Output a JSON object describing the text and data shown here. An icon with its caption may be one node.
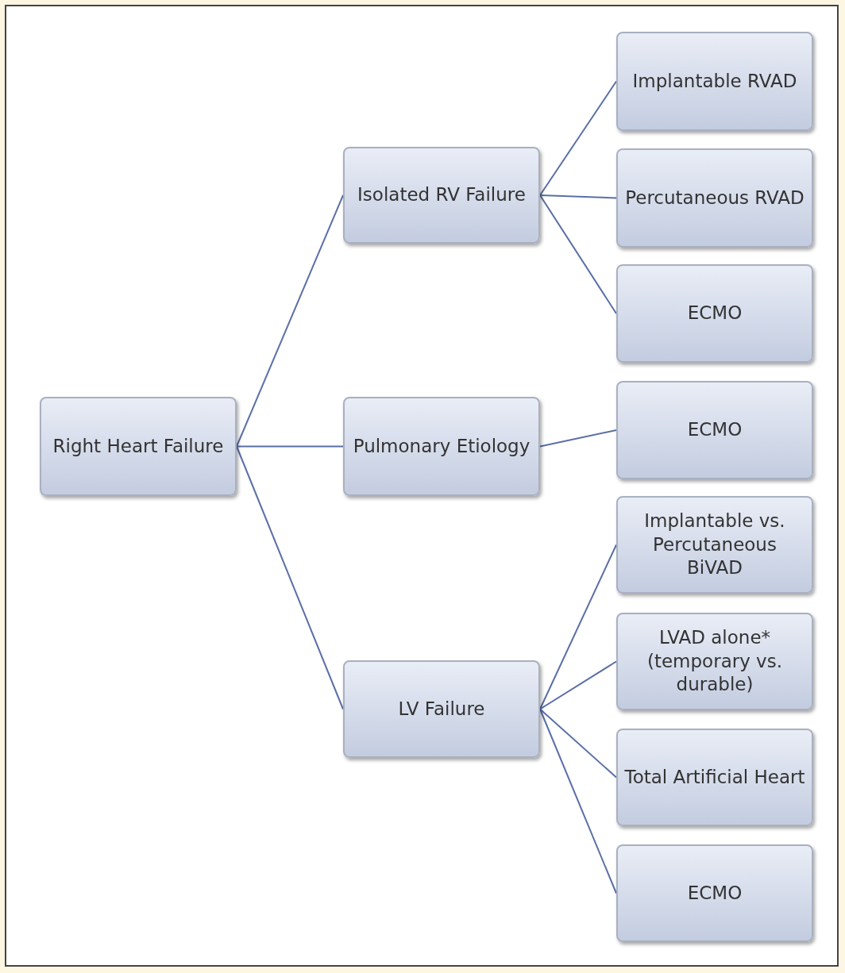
{
  "diagram": {
    "nodes": [
      {
        "text": [
          "Right Heart Failure"
        ]
      },
      {
        "text": [
          "Isolated RV Failure"
        ]
      },
      {
        "text": [
          "Pulmonary Etiology"
        ]
      },
      {
        "text": [
          "LV Failure"
        ]
      },
      {
        "text": [
          "Implantable RVAD"
        ]
      },
      {
        "text": [
          "Percutaneous RVAD"
        ]
      },
      {
        "text": [
          "ECMO"
        ]
      },
      {
        "text": [
          "ECMO"
        ]
      },
      {
        "text": [
          "Implantable vs. Percutaneous BiVAD"
        ]
      },
      {
        "text": [
          "LVAD alone* (temporary vs. durable)"
        ]
      },
      {
        "text": [
          "Total Artificial Heart"
        ]
      },
      {
        "text": [
          "ECMO"
        ]
      }
    ],
    "edges": [
      {
        "from": 0,
        "to": 1,
        "arrow": "none"
      },
      {
        "from": 0,
        "to": 2,
        "arrow": "none"
      },
      {
        "from": 0,
        "to": 3,
        "arrow": "none"
      },
      {
        "from": 1,
        "to": 4,
        "arrow": "none"
      },
      {
        "from": 1,
        "to": 5,
        "arrow": "none"
      },
      {
        "from": 1,
        "to": 6,
        "arrow": "none"
      },
      {
        "from": 2,
        "to": 7,
        "arrow": "none"
      },
      {
        "from": 3,
        "to": 8,
        "arrow": "none"
      },
      {
        "from": 3,
        "to": 9,
        "arrow": "none"
      },
      {
        "from": 3,
        "to": 10,
        "arrow": "none"
      },
      {
        "from": 3,
        "to": 11,
        "arrow": "none"
      }
    ]
  }
}
